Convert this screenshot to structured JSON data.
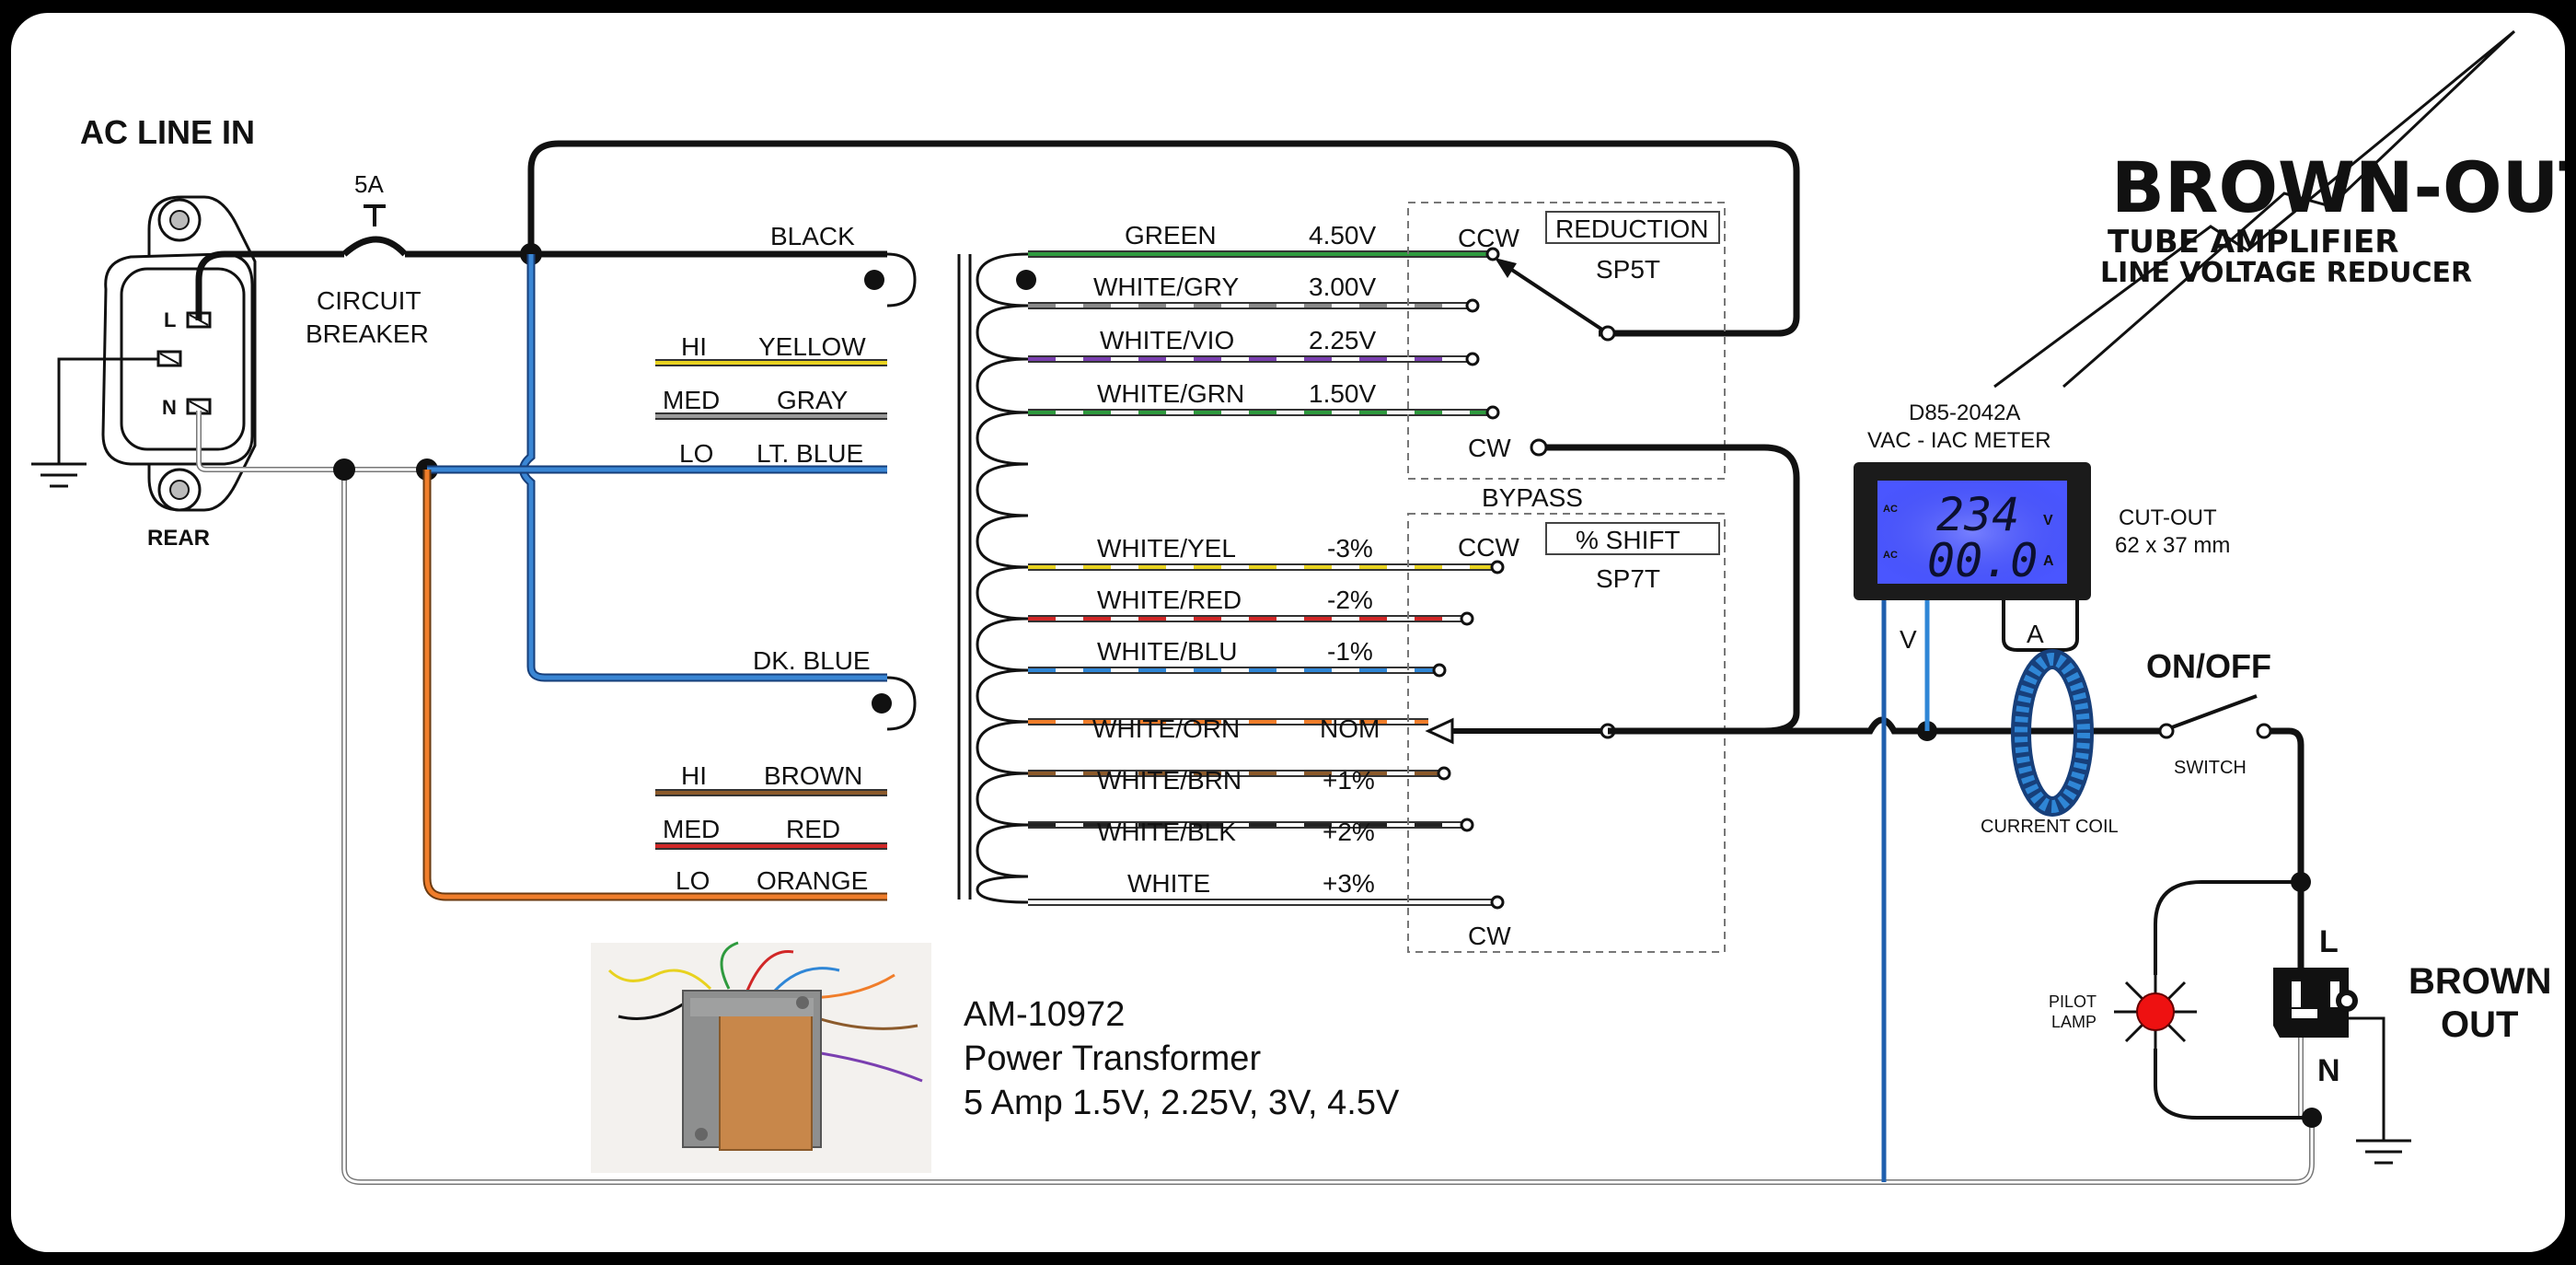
{
  "title": {
    "ac_line_in": "AC LINE IN",
    "rear": "REAR"
  },
  "inlet": {
    "l": "L",
    "n": "N"
  },
  "breaker": {
    "rating": "5A",
    "line1": "CIRCUIT",
    "line2": "BREAKER"
  },
  "logo": {
    "main": "BROWN-OUT",
    "sub1": "TUBE AMPLIFIER",
    "sub2": "LINE VOLTAGE REDUCER"
  },
  "meter": {
    "model": "D85-2042A",
    "type": "VAC - IAC METER",
    "cutout1": "CUT-OUT",
    "cutout2": "62 x 37 mm",
    "volts_reading": "234",
    "amps_reading": "00.0",
    "volts_unit": "V",
    "amps_unit": "A",
    "ac_label_top": "AC",
    "ac_label_bottom": "AC",
    "v_terminal": "V",
    "a_terminal": "A"
  },
  "primary": {
    "black": "BLACK",
    "hi1": "HI",
    "yellow": "YELLOW",
    "med1": "MED",
    "gray": "GRAY",
    "lo1": "LO",
    "ltblue": "LT. BLUE",
    "dkblue": "DK. BLUE",
    "hi2": "HI",
    "brown": "BROWN",
    "med2": "MED",
    "red": "RED",
    "lo2": "LO",
    "orange": "ORANGE"
  },
  "secondary_top": [
    {
      "name": "GREEN",
      "value": "4.50V",
      "color": "#2e9a3e",
      "stripe": "#2e9a3e"
    },
    {
      "name": "WHITE/GRY",
      "value": "3.00V",
      "color": "#ffffff",
      "stripe": "#8a8a8a"
    },
    {
      "name": "WHITE/VIO",
      "value": "2.25V",
      "color": "#ffffff",
      "stripe": "#7a3fb0"
    },
    {
      "name": "WHITE/GRN",
      "value": "1.50V",
      "color": "#ffffff",
      "stripe": "#2e9a3e"
    }
  ],
  "secondary_bottom": [
    {
      "name": "WHITE/YEL",
      "value": "-3%",
      "color": "#ffffff",
      "stripe": "#e8d21f"
    },
    {
      "name": "WHITE/RED",
      "value": "-2%",
      "color": "#ffffff",
      "stripe": "#d12727"
    },
    {
      "name": "WHITE/BLU",
      "value": "-1%",
      "color": "#ffffff",
      "stripe": "#2f86d6"
    },
    {
      "name": "WHITE/ORN",
      "value": "NOM",
      "color": "#ffffff",
      "stripe": "#f07d2a"
    },
    {
      "name": "WHITE/BRN",
      "value": "+1%",
      "color": "#ffffff",
      "stripe": "#8b5a2b"
    },
    {
      "name": "WHITE/BLK",
      "value": "+2%",
      "color": "#ffffff",
      "stripe": "#222222"
    },
    {
      "name": "WHITE",
      "value": "+3%",
      "color": "#ffffff",
      "stripe": "#ffffff"
    }
  ],
  "switch1": {
    "ccw": "CCW",
    "cw": "CW",
    "name": "REDUCTION",
    "type": "SP5T",
    "bypass": "BYPASS"
  },
  "switch2": {
    "ccw": "CCW",
    "cw": "CW",
    "name": "% SHIFT",
    "type": "SP7T"
  },
  "onoff": {
    "title": "ON/OFF",
    "switch": "SWITCH",
    "coil": "CURRENT COIL"
  },
  "outlet": {
    "pilot1": "PILOT",
    "pilot2": "LAMP",
    "l": "L",
    "n": "N",
    "brown": "BROWN",
    "out": "OUT"
  },
  "transformer": {
    "part": "AM-10972",
    "desc": "Power Transformer",
    "spec": "5 Amp 1.5V, 2.25V, 3V, 4.5V"
  },
  "colors": {
    "black": "#111111",
    "blue_lt": "#3a86d4",
    "blue_dk": "#1f5fae",
    "orange": "#f07d2a",
    "yellow": "#e8d21f",
    "gray": "#8a8a8a",
    "brown": "#8b5a2b",
    "red": "#d12727",
    "green": "#2e9a3e",
    "lcd": "#4a56ff",
    "coil": "#2f86d6"
  }
}
